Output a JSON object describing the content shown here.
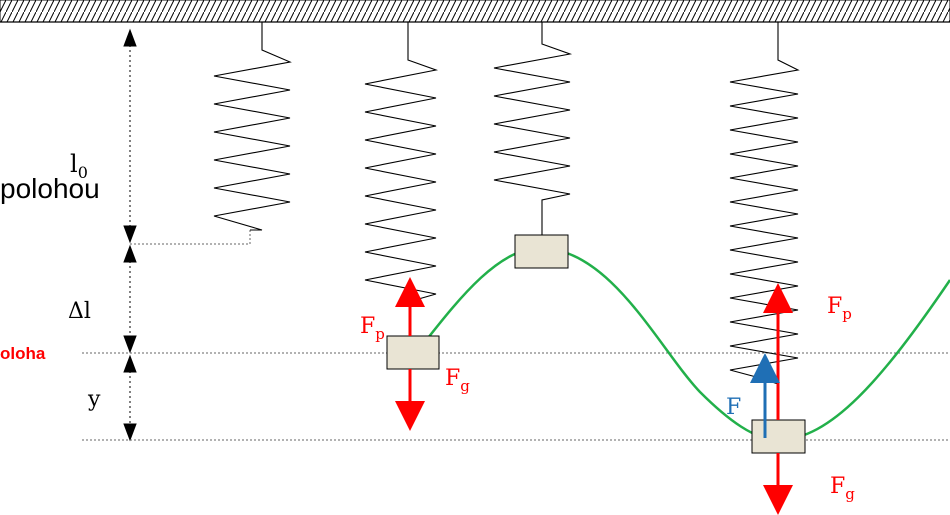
{
  "labels": {
    "l0": "l",
    "l0_sub": "0",
    "partial_text": "polohou",
    "delta_l": "Δl",
    "y": "y",
    "rovnovazna_partial": "oloha",
    "fp": "F",
    "fp_sub": "p",
    "fg": "F",
    "fg_sub": "g",
    "f": "F"
  },
  "colors": {
    "spring": "#000000",
    "ceiling_hatch": "#000000",
    "force_red": "#ff0000",
    "force_blue": "#1f6fb5",
    "curve": "#22b04a",
    "block_fill": "#e9e4d4",
    "block_stroke": "#000000",
    "dotted": "#555555",
    "label_red": "#ff0000"
  },
  "icons": {
    "ceiling": "hatched-ceiling",
    "spring": "zigzag-spring",
    "block": "weight-block",
    "arrow": "force-arrow"
  }
}
